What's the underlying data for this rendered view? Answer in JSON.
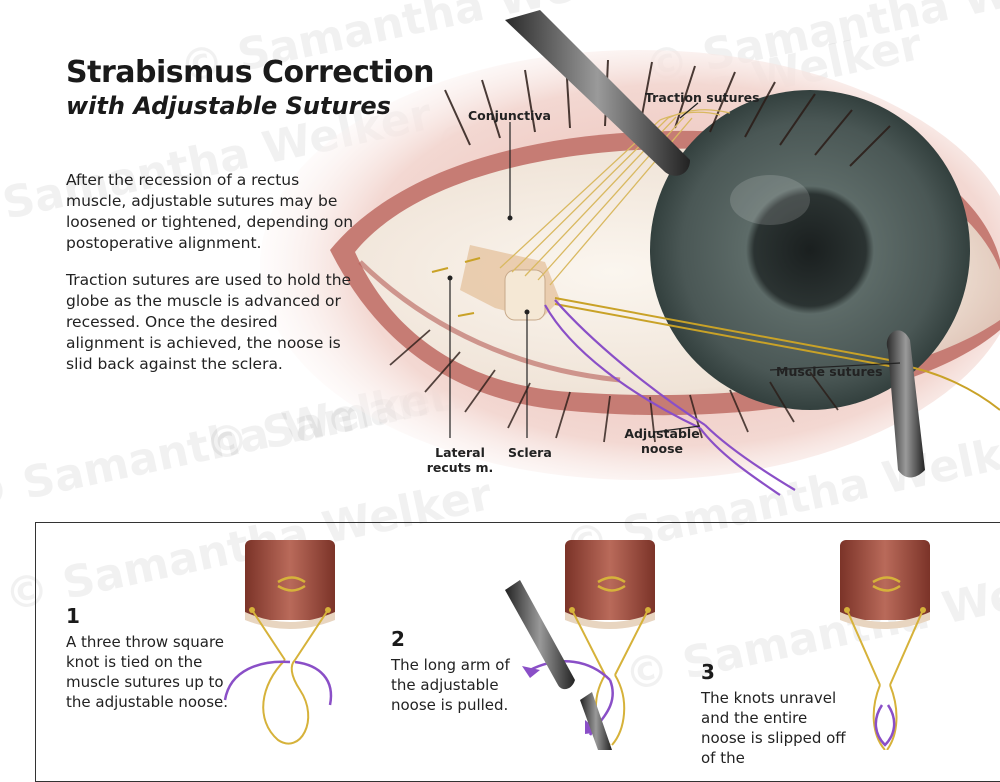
{
  "title": "Strabismus Correction",
  "subtitle": "with Adjustable Sutures",
  "paragraphs": [
    "After the recession of a rectus muscle, adjustable sutures may be loosened or tightened, depending on postoperative alignment.",
    "Traction sutures are used to hold the globe as the muscle is advanced or recessed. Once the desired alignment is achieved, the noose is slid back against the sclera."
  ],
  "labels": {
    "conjunctiva": "Conjunctiva",
    "traction_sutures": "Traction sutures",
    "muscle_sutures": "Muscle sutures",
    "adjustable_noose": "Adjustable\nnoose",
    "lateral_rectus": "Lateral\nrecuts m.",
    "sclera": "Sclera"
  },
  "steps": [
    {
      "number": "1",
      "text": "A three throw square knot is tied on the muscle sutures up to the adjustable noose."
    },
    {
      "number": "2",
      "text": "The long arm of the adjustable noose is pulled."
    },
    {
      "number": "3",
      "text": "The knots unravel and the entire noose is slipped off of the"
    }
  ],
  "watermark": "© Samantha Welker",
  "colors": {
    "suture_yellow": "#c9a227",
    "noose_purple": "#8a4fc7",
    "muscle": "#9c4a3c",
    "iris": "#4a5a57",
    "panel_border": "#333333"
  }
}
